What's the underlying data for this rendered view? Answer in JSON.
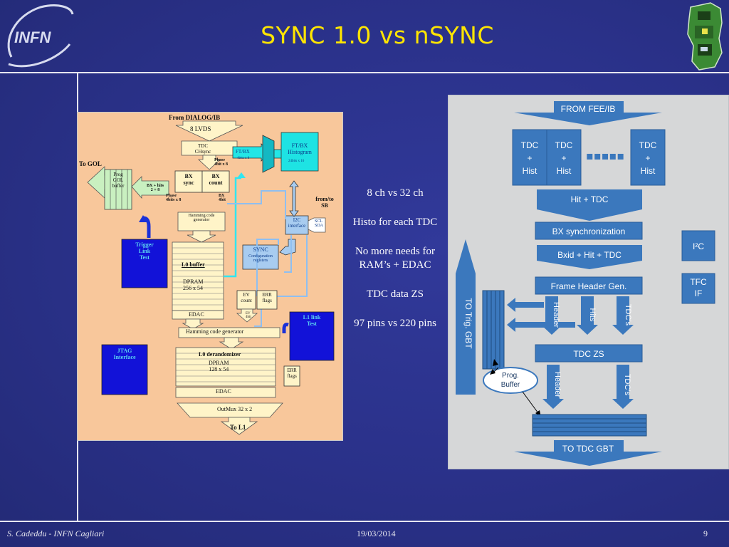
{
  "slide": {
    "title": "SYNC 1.0 vs nSYNC",
    "footer": {
      "author": "S. Cadeddu - INFN Cagliari",
      "date": "19/03/2014",
      "page": "9"
    },
    "logo_text": "INFN",
    "bullets": [
      "8 ch vs 32 ch",
      "Histo for each TDC",
      "No more needs for RAM’s + EDAC",
      "TDC data ZS",
      "97 pins vs 220 pins"
    ]
  },
  "left_diagram": {
    "from_dialog": "From DIALOG/IB",
    "lvds": "8 LVDS",
    "tdc_chsync": "TDC\nCHsync",
    "phase_4bit": "Phase\n4bit x 8",
    "ft_bx": "FT/BX",
    "ft_bx_sub": "4bits x 8",
    "ftbx_hist": "FT/BX\nHistogram",
    "ftbx_hist_sub": "24bits x 16",
    "to_gol": "To GOL",
    "prog_gol": "Prog\nGOL\nbuffer",
    "bx_hits": "BX + hits\n2 + 8",
    "bx_sync": "BX\nsync",
    "bx_count": "BX\ncount",
    "phase_left": "Phase\n4bits x 8",
    "bx_4bit": "BX\n4bit",
    "hamming1": "Hamming code\ngenerator",
    "from_to_sb": "from/to\nSB",
    "i2c": "I2C\ninterface",
    "scl_sda": "SCL\nSDA",
    "trigger_link": "Trigger\nLink\nTest",
    "l0_buffer": "L0 buffer",
    "dpram1": "DPRAM\n256 x 54",
    "sync_cfg": "SYNC",
    "sync_cfg_sub": "Configuration\nregisters",
    "ev_count": "EV\ncount",
    "err_flags": "ERR\nflags",
    "ev_4bit": "EV\n4bit",
    "edac1": "EDAC",
    "l1_link": "L1 link\nTest",
    "hamming2": "Hamming code generator",
    "jtag": "JTAG\nInterface",
    "l0_derand": "L0 derandomizer",
    "dpram2": "DPRAM\n128 x 54",
    "err_flags2": "ERR\nflags",
    "edac2": "EDAC",
    "outmux": "OutMux 32 x 2",
    "to_l1": "To L1"
  },
  "right_diagram": {
    "from_fee": "FROM FEE/IB",
    "tdc_hist": "TDC\n+\nHist",
    "dots": "▪▪▪▪▪",
    "hit_tdc": "Hit + TDC",
    "bx_sync": "BX synchronization",
    "bxid": "Bxid + Hit + TDC",
    "frame_header": "Frame Header  Gen.",
    "header": "Header",
    "hits": "Hits",
    "tdcs": "TDC’s",
    "tdc_zs": "TDC ZS",
    "prog_buffer": "Prog.\nBuffer",
    "i2c": "I²C",
    "tfc": "TFC\nIF",
    "to_trig": "TO Trig. GBT",
    "to_tdc": "TO TDC GBT"
  },
  "colors": {
    "accent": "#ffe500",
    "bg": "#2a3189",
    "box_blue": "#3f7bbf",
    "orange": "#f8c79b"
  }
}
